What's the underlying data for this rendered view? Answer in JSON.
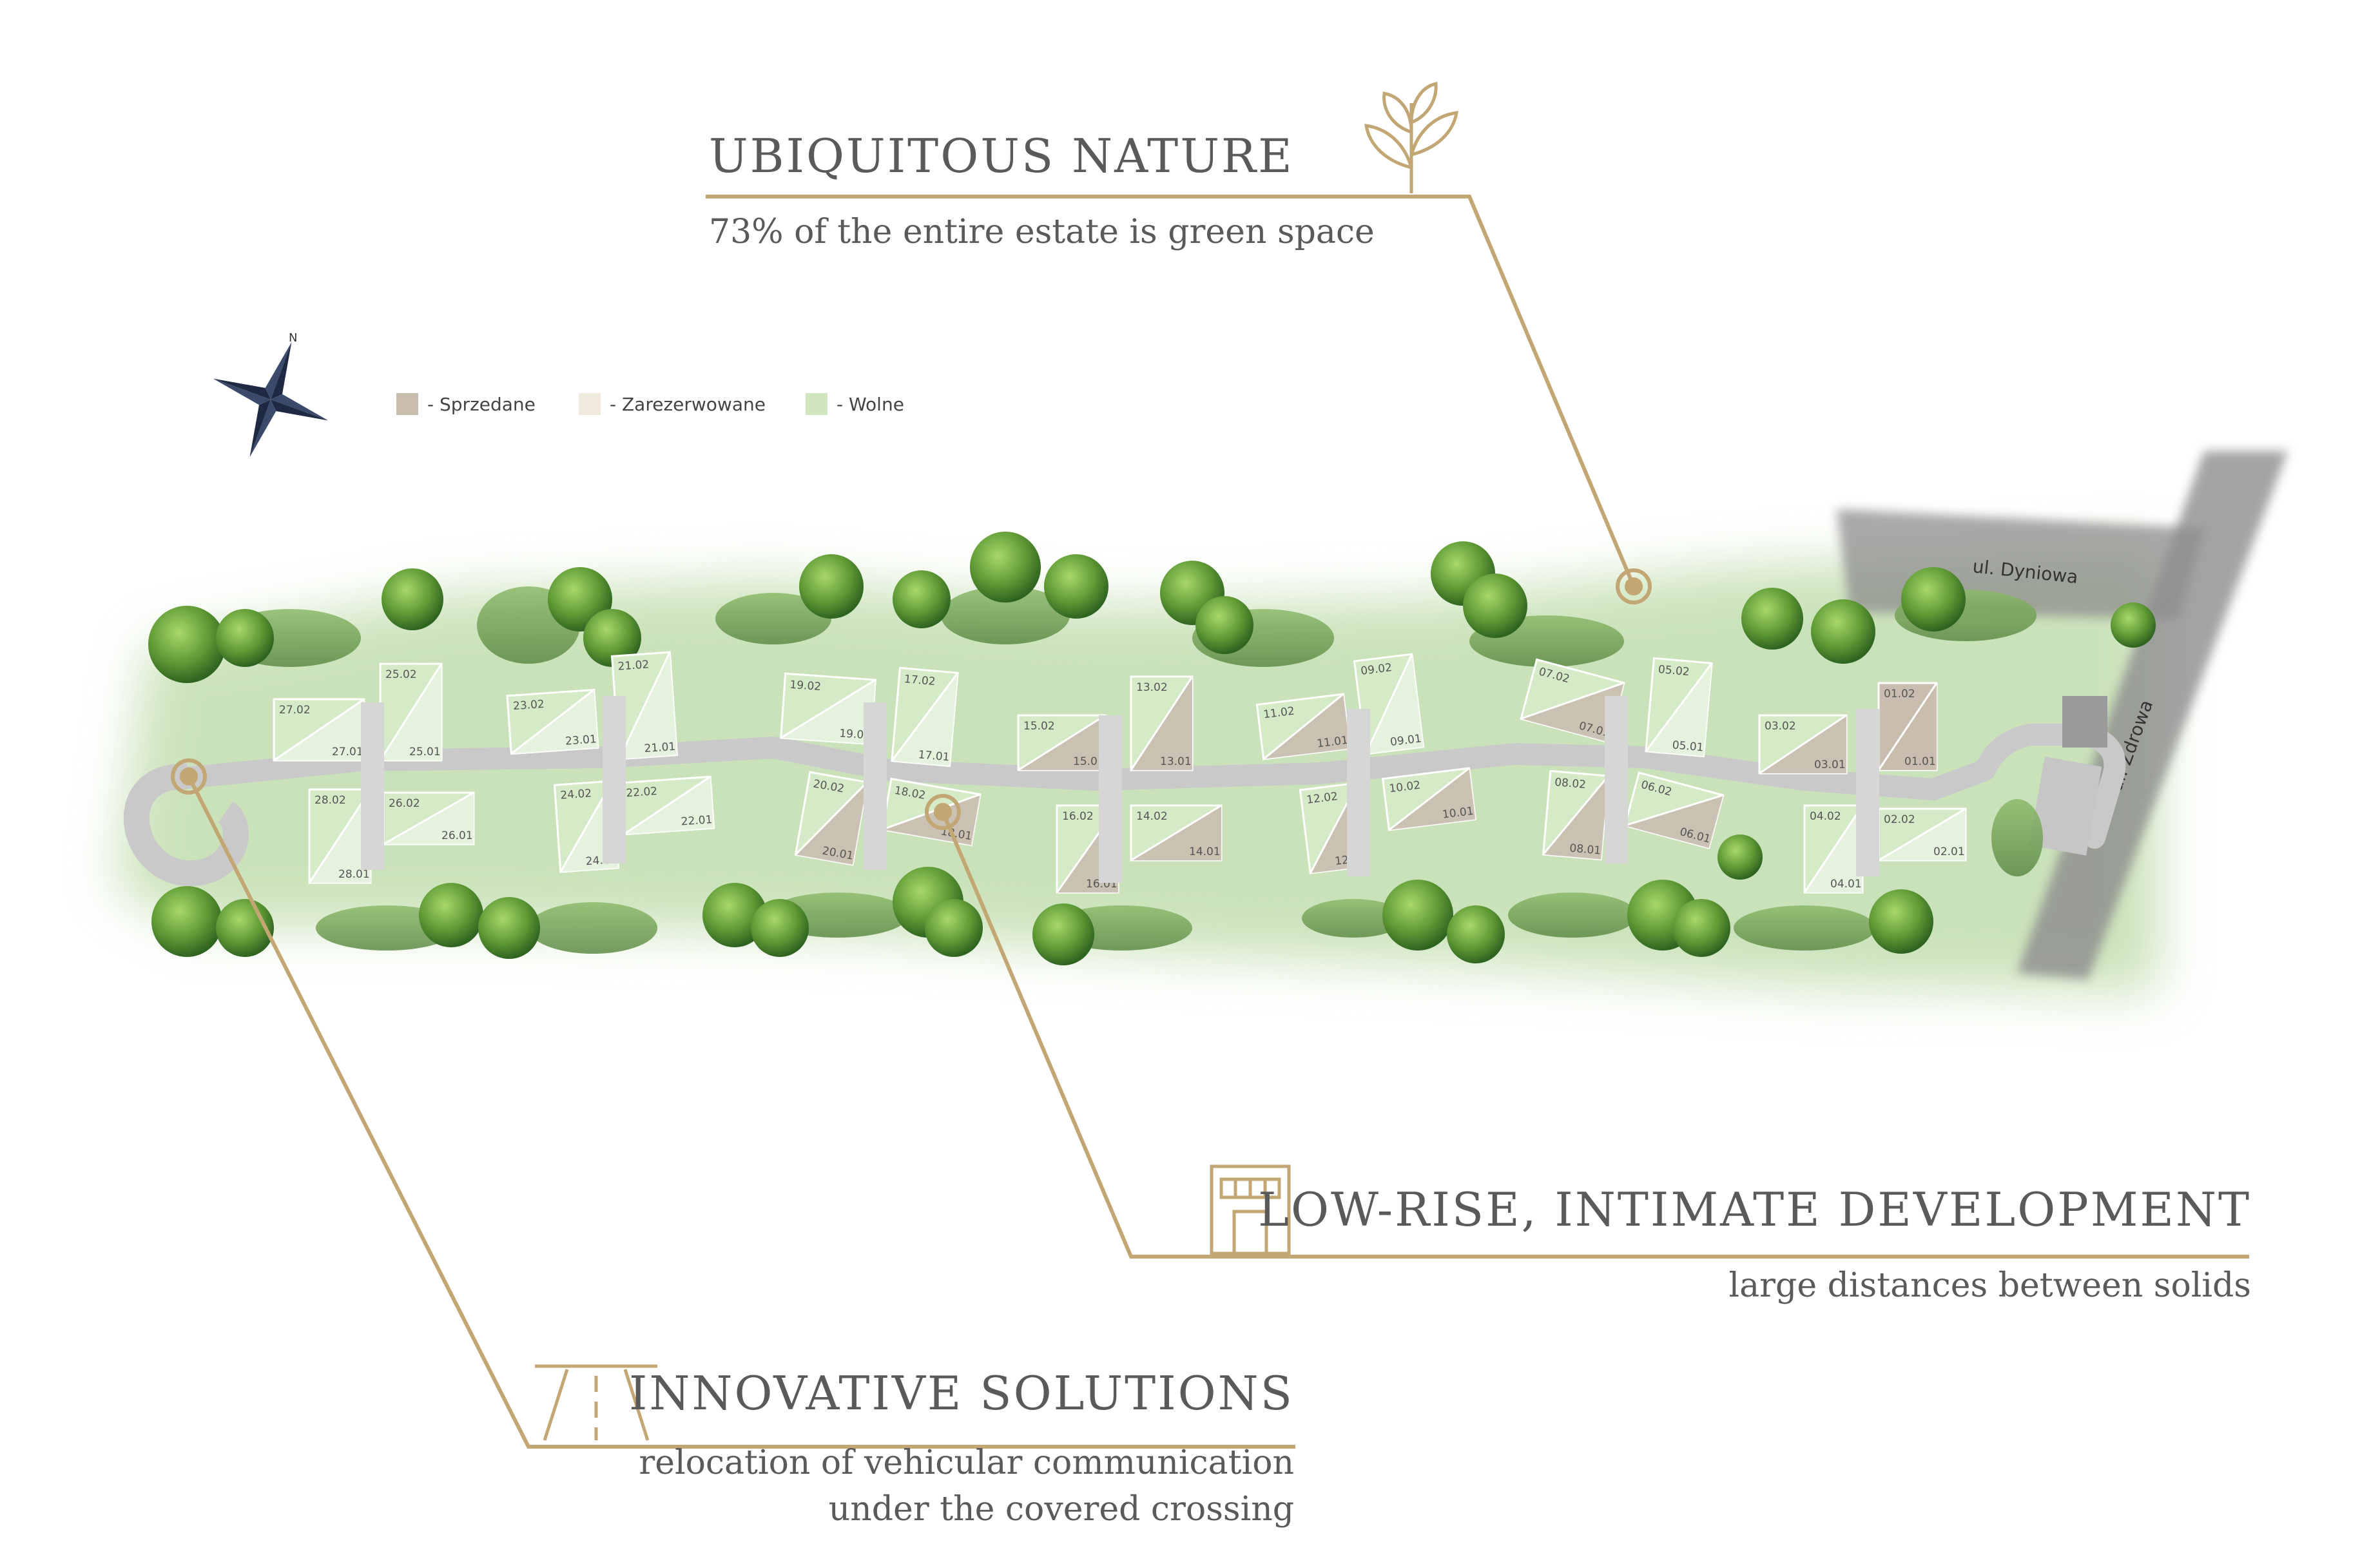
{
  "headlines": {
    "nature": {
      "title": "UBIQUITOUS NATURE",
      "subtitle": "73% of the entire estate is green space"
    },
    "lowrise": {
      "title": "LOW-RISE, INTIMATE DEVELOPMENT",
      "subtitle": "large distances between solids"
    },
    "innovative": {
      "title": "INNOVATIVE SOLUTIONS",
      "subtitle_line1": "relocation of vehicular communication",
      "subtitle_line2": "under the covered crossing"
    }
  },
  "compass": {
    "label": "N"
  },
  "legend": [
    {
      "label": "- Sprzedane",
      "color": "#c9bdb0"
    },
    {
      "label": "- Zarezerwowane",
      "color": "#efeadc"
    },
    {
      "label": "- Wolne",
      "color": "#cfe6c0"
    }
  ],
  "streets": {
    "dyniowa": "ul. Dyniowa",
    "zdrowa": "ul. Zdrowa"
  },
  "colors": {
    "accent": "#c2a774",
    "road": "#c8c8c8",
    "green": "#a9cc8c",
    "sold": "#c9bdb0",
    "free": "#d5ebc7"
  },
  "lots": [
    {
      "id": "lot-27",
      "top": "27.02",
      "bottom": "27.01",
      "status": "free"
    },
    {
      "id": "lot-25",
      "top": "25.02",
      "bottom": "25.01",
      "status": "free"
    },
    {
      "id": "lot-28",
      "top": "28.02",
      "bottom": "28.01",
      "status": "free"
    },
    {
      "id": "lot-26",
      "top": "26.02",
      "bottom": "26.01",
      "status": "free"
    },
    {
      "id": "lot-23",
      "top": "23.02",
      "bottom": "23.01",
      "status": "free"
    },
    {
      "id": "lot-21",
      "top": "21.02",
      "bottom": "21.01",
      "status": "free"
    },
    {
      "id": "lot-24",
      "top": "24.02",
      "bottom": "24.01",
      "status": "free"
    },
    {
      "id": "lot-22",
      "top": "22.02",
      "bottom": "22.01",
      "status": "free"
    },
    {
      "id": "lot-19",
      "top": "19.02",
      "bottom": "19.01",
      "status": "free"
    },
    {
      "id": "lot-17",
      "top": "17.02",
      "bottom": "17.01",
      "status": "free"
    },
    {
      "id": "lot-20",
      "top": "20.02",
      "bottom": "20.01",
      "status": "half"
    },
    {
      "id": "lot-18",
      "top": "18.02",
      "bottom": "18.01",
      "status": "half"
    },
    {
      "id": "lot-15",
      "top": "15.02",
      "bottom": "15.01",
      "status": "half"
    },
    {
      "id": "lot-13",
      "top": "13.02",
      "bottom": "13.01",
      "status": "half"
    },
    {
      "id": "lot-16",
      "top": "16.02",
      "bottom": "16.01",
      "status": "half"
    },
    {
      "id": "lot-14",
      "top": "14.02",
      "bottom": "14.01",
      "status": "half"
    },
    {
      "id": "lot-11",
      "top": "11.02",
      "bottom": "11.01",
      "status": "half"
    },
    {
      "id": "lot-09",
      "top": "09.02",
      "bottom": "09.01",
      "status": "free"
    },
    {
      "id": "lot-12",
      "top": "12.02",
      "bottom": "12.01",
      "status": "half"
    },
    {
      "id": "lot-10",
      "top": "10.02",
      "bottom": "10.01",
      "status": "half"
    },
    {
      "id": "lot-07",
      "top": "07.02",
      "bottom": "07.01",
      "status": "half"
    },
    {
      "id": "lot-05",
      "top": "05.02",
      "bottom": "05.01",
      "status": "free"
    },
    {
      "id": "lot-08",
      "top": "08.02",
      "bottom": "08.01",
      "status": "half"
    },
    {
      "id": "lot-06",
      "top": "06.02",
      "bottom": "06.01",
      "status": "half"
    },
    {
      "id": "lot-03",
      "top": "03.02",
      "bottom": "03.01",
      "status": "half"
    },
    {
      "id": "lot-01",
      "top": "01.02",
      "bottom": "01.01",
      "status": "sold"
    },
    {
      "id": "lot-04",
      "top": "04.02",
      "bottom": "04.01",
      "status": "free"
    },
    {
      "id": "lot-02",
      "top": "02.02",
      "bottom": "02.01",
      "status": "free"
    }
  ]
}
